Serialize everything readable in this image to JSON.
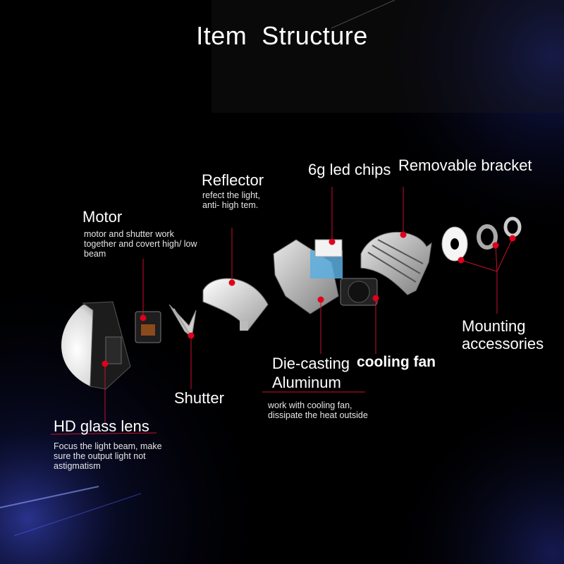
{
  "title": "Item  Structure",
  "parts": {
    "lens": {
      "label": "HD glass lens",
      "desc": "Focus the light beam, make sure the output light  not astigmatism"
    },
    "motor": {
      "label": "Motor",
      "desc": "motor and shutter work together and covert high/ low beam"
    },
    "shutter": {
      "label": "Shutter"
    },
    "reflector": {
      "label": "Reflector",
      "desc": "refect the light, anti- high tem."
    },
    "chips": {
      "label": "6g led chips"
    },
    "bracket": {
      "label": "Removable bracket"
    },
    "mounting": {
      "label": "Mounting accessories"
    },
    "diecast": {
      "label": "Die-casting Aluminum",
      "desc": "work with cooling fan, dissipate the heat outside"
    },
    "fan": {
      "label": "cooling fan"
    }
  },
  "colors": {
    "background": "#000000",
    "marker": "#e0001b",
    "leader_line": "#c8102e",
    "text": "#ffffff",
    "accent_glow": "#3a4cff"
  }
}
